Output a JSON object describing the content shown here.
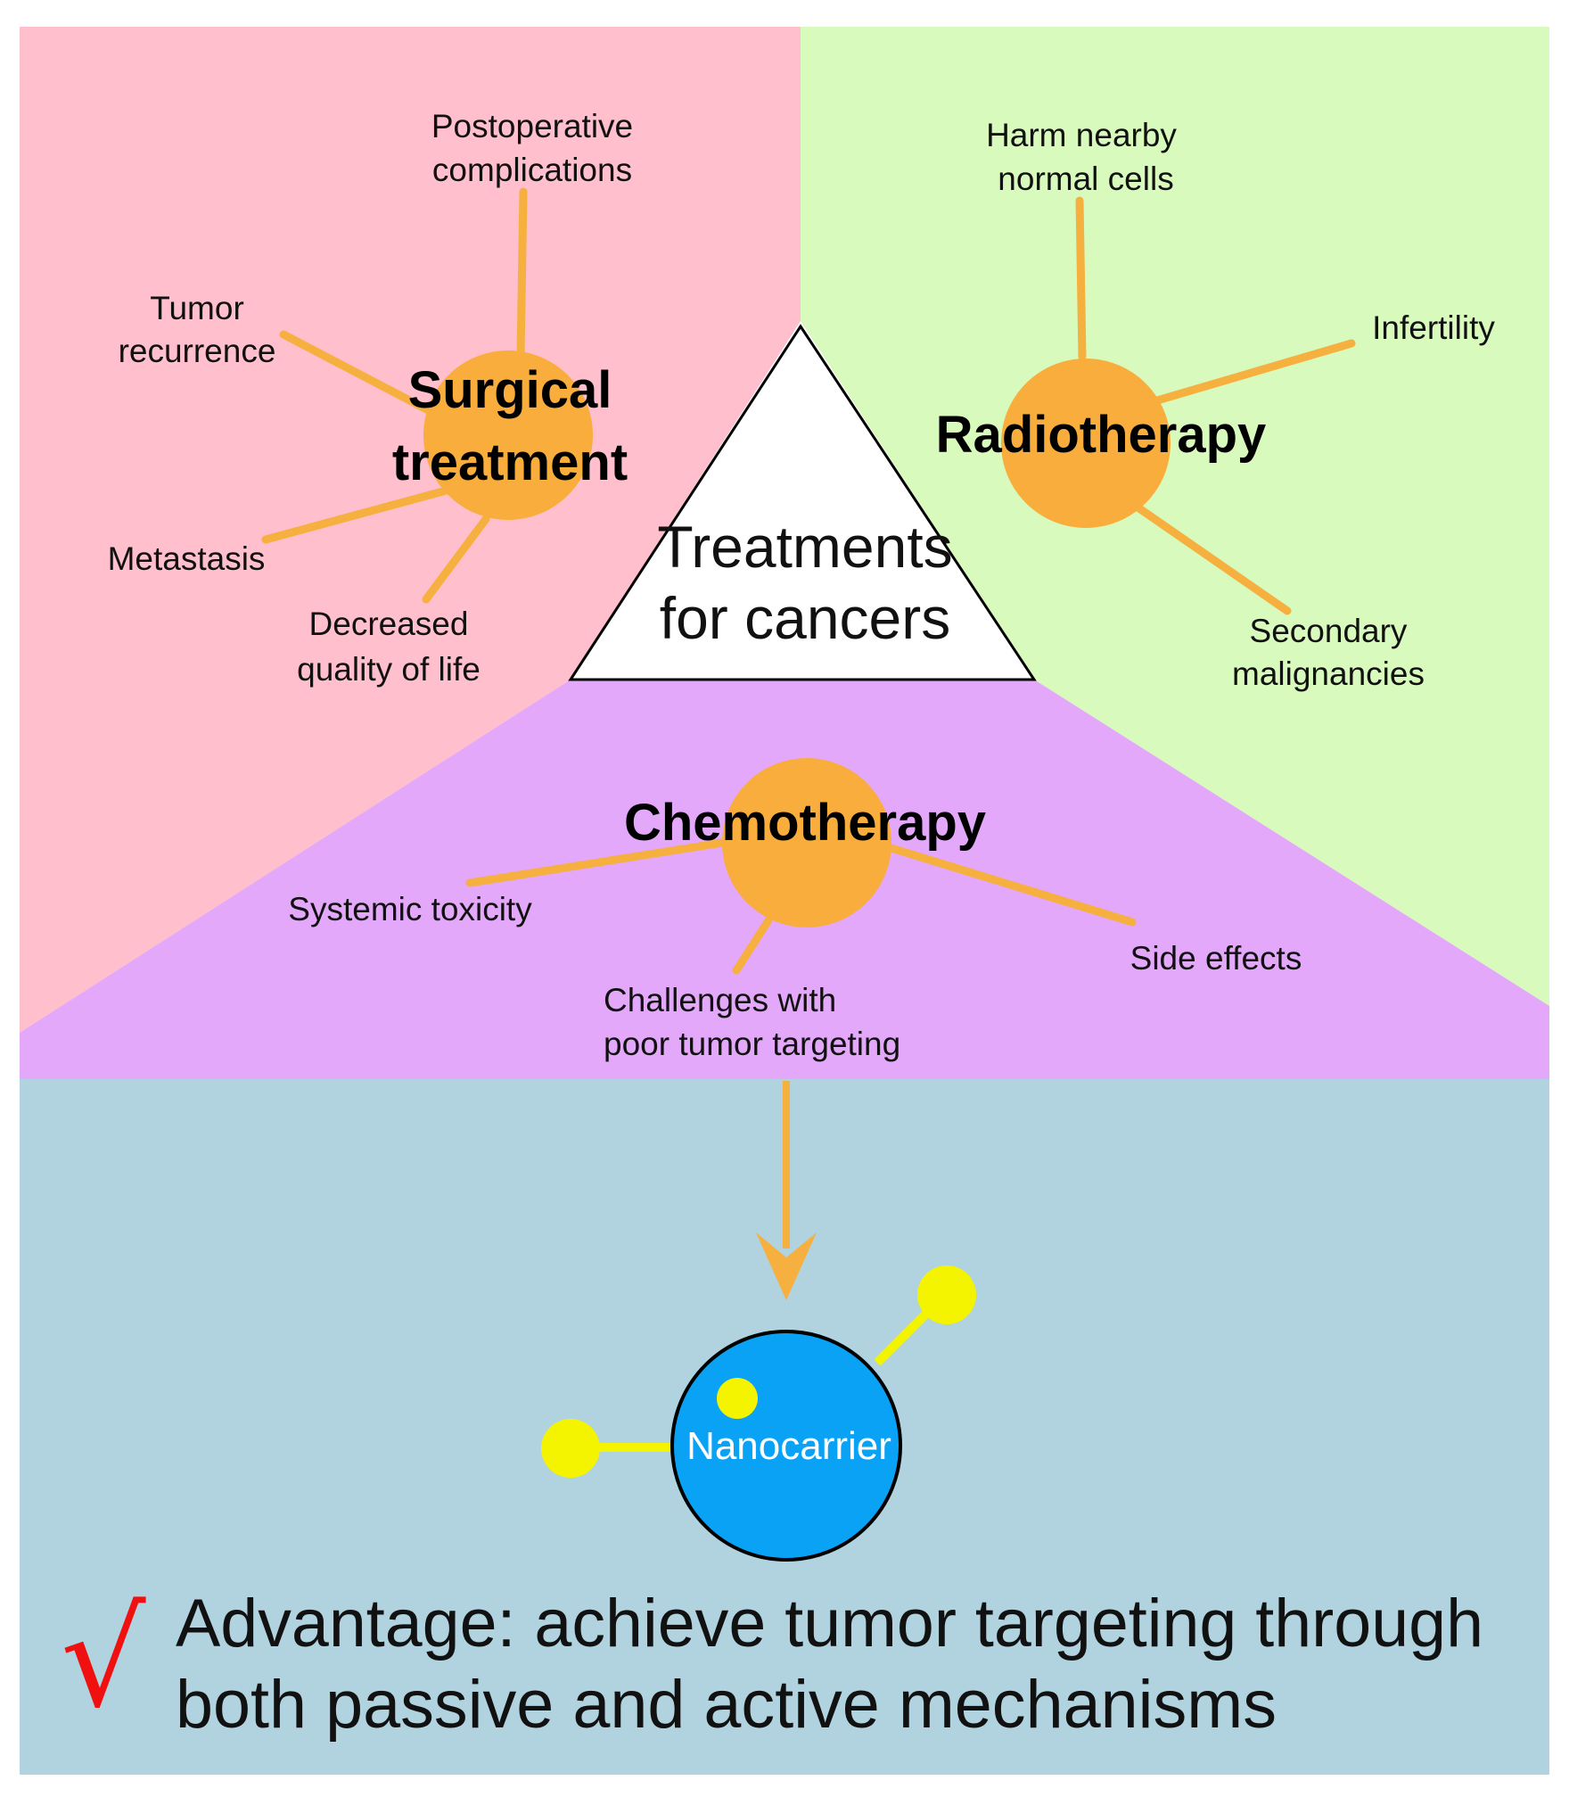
{
  "colors": {
    "surgical_bg": "#ffbfcc",
    "radio_bg": "#d8fbbd",
    "chemo_bg": "#e3a8fa",
    "bottom_bg": "#b0d3df",
    "hub": "#f8ad3c",
    "spoke": "#f5b040",
    "nanocarrier": "#0aa2f5",
    "ligand": "#f4f400",
    "check": "#f01010"
  },
  "center": {
    "line1": "Treatments",
    "line2": "for cancers"
  },
  "surgical": {
    "title_line1": "Surgical",
    "title_line2": "treatment",
    "items": {
      "postop_line1": "Postoperative",
      "postop_line2": "complications",
      "recurrence_line1": "Tumor",
      "recurrence_line2": "recurrence",
      "metastasis": "Metastasis",
      "quality_line1": "Decreased",
      "quality_line2": "quality of life"
    }
  },
  "radiotherapy": {
    "title": "Radiotherapy",
    "items": {
      "harm_line1": "Harm nearby",
      "harm_line2": "normal cells",
      "infertility": "Infertility",
      "secondary_line1": "Secondary",
      "secondary_line2": "malignancies"
    }
  },
  "chemotherapy": {
    "title": "Chemotherapy",
    "items": {
      "systemic": "Systemic toxicity",
      "side_effects": "Side effects",
      "targeting_line1": "Challenges with",
      "targeting_line2": "poor tumor targeting"
    }
  },
  "nanocarrier": {
    "label": "Nanocarrier"
  },
  "advantage": {
    "check_mark": "√",
    "line1": "Advantage: achieve tumor targeting through",
    "line2": "both passive and active mechanisms"
  }
}
